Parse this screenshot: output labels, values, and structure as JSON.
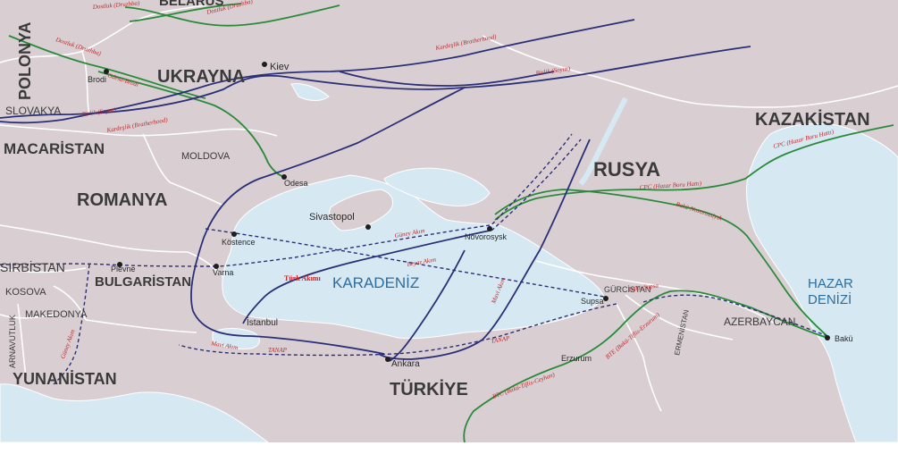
{
  "colors": {
    "land": "#d9cfd3",
    "water": "#d6e8f2",
    "border": "#ffffff",
    "pipeline_blue": "#2b2f78",
    "pipeline_green": "#2a8a3a",
    "pipeline_label": "#c0282c",
    "sea_label": "#2f6d9c"
  },
  "countries": {
    "belarus": "BELARUS",
    "polonya": "POLONYA",
    "ukrayna": "UKRAYNA",
    "slovakya": "SLOVAKYA",
    "macaristan": "MACARİSTAN",
    "moldova": "MOLDOVA",
    "romanya": "ROMANYA",
    "sirbistan": "SIRBİSTAN",
    "kosova": "KOSOVA",
    "bulgaristan": "BULGARİSTAN",
    "makedonya": "MAKEDONYA",
    "arnavutluk": "ARNAVUTLUK",
    "yunanistan": "YUNANİSTAN",
    "rusya": "RUSYA",
    "kazakistan": "KAZAKİSTAN",
    "gurcistan": "GÜRCİSTAN",
    "ermenistan": "ERMENİSTAN",
    "azerbaycan": "AZERBAYCAN",
    "turkiye": "TÜRKİYE"
  },
  "seas": {
    "karadeniz": "KARADENİZ",
    "hazar_line1": "HAZAR",
    "hazar_line2": "DENİZİ"
  },
  "cities": {
    "kiev": "Kiev",
    "brodi": "Brodi",
    "odesa": "Odesa",
    "sivastopol": "Sivastopol",
    "novorosysk": "Novorosysk",
    "kostence": "Köstence",
    "pleven": "Plevne",
    "varna": "Varna",
    "istanbul": "İstanbul",
    "ankara": "Ankara",
    "supsa": "Supsa",
    "erzurum": "Erzurum",
    "baku": "Bakü"
  },
  "pipelines": {
    "dostluk_1": "Dostluk (Druzhba)",
    "dostluk_2": "Dostluk (Druzhba)",
    "dostluk_3": "Dostluk (Druzhba)",
    "odesa_brodi": "Odesa-Brodi",
    "kardeslik_top": "Kardeşlik (Bratherhood)",
    "kardeslik_left": "Kardeşlik (Bratherhood)",
    "birlik_top": "Birlik (Soyuz)",
    "birlik_left": "Birlik (Soyuz)",
    "cpc_1": "CPC (Hazar Boru Hattı)",
    "cpc_2": "CPC (Hazar Boru Hattı)",
    "baku_novorossiysk": "Bakü-Novorossiysk",
    "guney_akim": "Güney Akım",
    "beyaz_akim": "Beyaz Akım",
    "turk_akimi": "Türk Akımı",
    "mavi_akim_sea": "Mavi Akım",
    "mavi_akim_land": "Mavi Akım",
    "tanap_1": "TANAP",
    "tanap_2": "TANAP",
    "bakü_supsa": "Bakü-Supsa",
    "btc": "BTC (Bakü-Tiflis-Ceyhan)",
    "bte": "BTE (Bakü-Tiflis-Erzurum)",
    "gurcu_akim": "Güney Akım"
  }
}
